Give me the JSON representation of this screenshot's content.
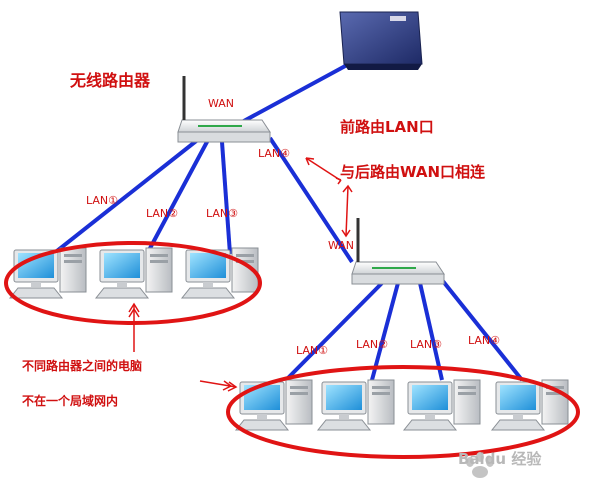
{
  "labels": {
    "router1_title": "无线路由器",
    "router1_wan": "WAN",
    "router1_lan1": "LAN①",
    "router1_lan2": "LAN②",
    "router1_lan3": "LAN③",
    "router1_lan4": "LAN④",
    "router2_wan": "WAN",
    "router2_lan1": "LAN①",
    "router2_lan2": "LAN②",
    "router2_lan3": "LAN③",
    "router2_lan4": "LAN④",
    "note_line1": "前路由LAN口",
    "note_line2": "与后路由WAN口相连",
    "bottom_note_line1": "不同路由器之间的电脑",
    "bottom_note_line2": "不在一个局域网内",
    "watermark": "Baidu 经验"
  },
  "colors": {
    "cable": "#1a2fd6",
    "annotation": "#e01414",
    "modem": "#2b3a78"
  }
}
